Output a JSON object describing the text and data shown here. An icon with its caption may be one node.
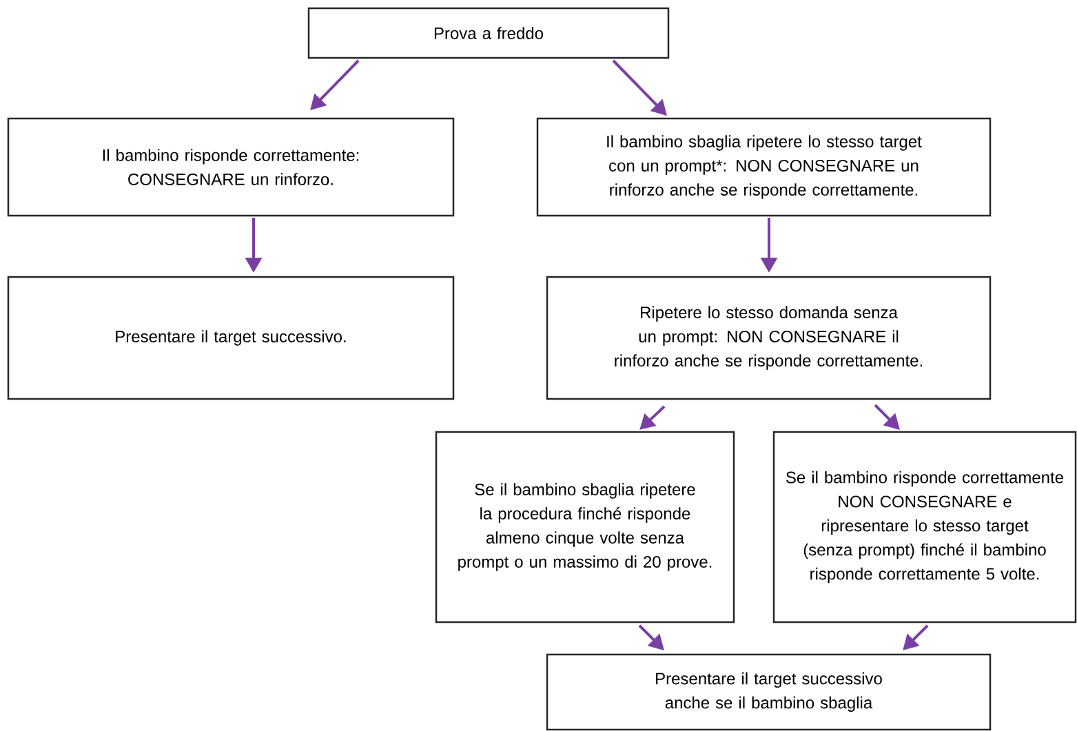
{
  "diagram": {
    "nodes": [
      {
        "text": [
          "Prova a freddo"
        ]
      },
      {
        "text": [
          "Il bambino risponde correttamente: CONSEGNARE un rinforzo."
        ]
      },
      {
        "text": [
          "Il bambino sbaglia ripetere lo stesso target con un prompt*:  NON CONSEGNARE un rinforzo anche se risponde correttamente."
        ]
      },
      {
        "text": [
          "Presentare il target successivo."
        ]
      },
      {
        "text": [
          "Ripetere lo stesso domanda senza un prompt: NON CONSEGNARE il rinforzo anche se risponde correttamente."
        ]
      },
      {
        "text": [
          "Se il bambino sbaglia ripetere la procedura finché risponde almeno cinque volte senza prompt o un massimo di 20 prove."
        ]
      },
      {
        "text": [
          "Se il bambino risponde correttamente NON CONSEGNARE e ripresentare lo stesso target (senza prompt) finché il bambino risponde correttamente 5 volte."
        ]
      },
      {
        "text": [
          "Presentare il target successivo anche se il bambino sbaglia"
        ]
      }
    ],
    "edges": [
      {
        "from": 0,
        "to": 1,
        "arrow": "to"
      },
      {
        "from": 0,
        "to": 2,
        "arrow": "to"
      },
      {
        "from": 1,
        "to": 3,
        "arrow": "to"
      },
      {
        "from": 2,
        "to": 4,
        "arrow": "to"
      },
      {
        "from": 4,
        "to": 5,
        "arrow": "to"
      },
      {
        "from": 4,
        "to": 6,
        "arrow": "to"
      },
      {
        "from": 5,
        "to": 7,
        "arrow": "to"
      },
      {
        "from": 6,
        "to": 7,
        "arrow": "to"
      }
    ]
  }
}
